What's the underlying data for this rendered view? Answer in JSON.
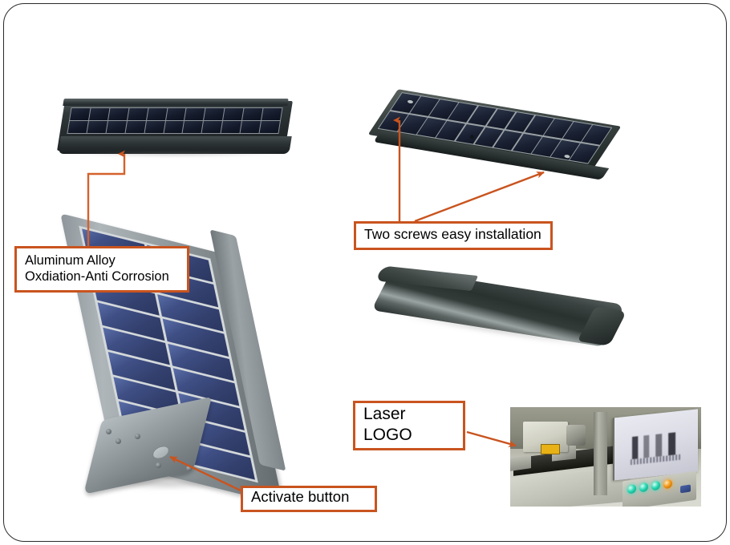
{
  "page": {
    "title": "Solar Street Light Product Feature Infographic",
    "background_color": "#ffffff",
    "frame_color": "#2b2b2b",
    "accent_color": "#c9541f"
  },
  "callouts": [
    {
      "id": "aluminum",
      "lines": [
        "Aluminum Alloy",
        "Oxdiation-Anti Corrosion"
      ],
      "line1": "Aluminum Alloy",
      "line2": "Oxdiation-Anti Corrosion",
      "points_to": "front-panel-housing"
    },
    {
      "id": "screws",
      "lines": [
        "Two screws easy installation"
      ],
      "line1": "Two screws easy installation",
      "points_to": "angled-panel-screws"
    },
    {
      "id": "laser",
      "lines": [
        "Laser",
        "LOGO"
      ],
      "line1": "Laser",
      "line2": "LOGO",
      "points_to": "laser-marking-machine"
    },
    {
      "id": "activate",
      "lines": [
        "Activate button"
      ],
      "line1": "Activate button",
      "points_to": "hero-end-cap-button"
    }
  ],
  "photos": [
    {
      "id": "front-panel",
      "name": "dark-solar-panel-front-view",
      "cell_columns": 11,
      "cell_rows": 2,
      "body_color": "#2a3133"
    },
    {
      "id": "angled-panel",
      "name": "dark-solar-panel-angled-view",
      "cell_columns": 11,
      "cell_rows": 2,
      "screw_count": 2,
      "body_color": "#323a39"
    },
    {
      "id": "hero-panel",
      "name": "silver-solar-panel-perspective-view",
      "cell_columns": 2,
      "cell_rows": 9,
      "cell_color": "#3f4f85",
      "housing_color": "#99a1a5",
      "has_activate_button": true
    },
    {
      "id": "back-panel",
      "name": "solar-panel-back-underside-view",
      "body_color": "#2e3634"
    },
    {
      "id": "laser-machine",
      "name": "laser-marking-machine-photo",
      "led_colors": [
        "#27d7b2",
        "#27d7b2",
        "#27d7b2",
        "#f29a17"
      ]
    }
  ]
}
